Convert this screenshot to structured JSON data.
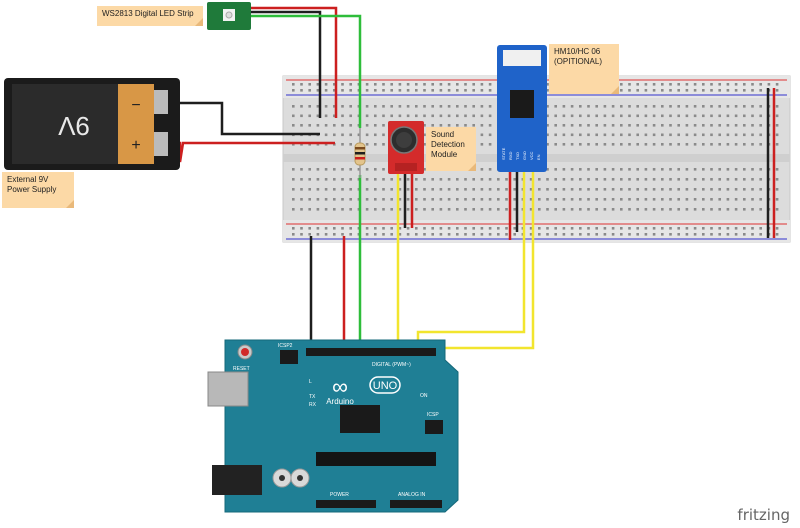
{
  "labels": {
    "led_strip": "WS2813 Digital LED Strip",
    "power_supply": "External 9V Power Supply",
    "sound_module": "Sound Detection Module",
    "bluetooth": "HM10/HC 06 (OPITIONAL)"
  },
  "battery": {
    "voltage": "9V",
    "minus": "−",
    "plus": "+"
  },
  "arduino": {
    "logo": "∞",
    "brand": "Arduino",
    "model": "UNO",
    "reset": "RESET",
    "icsp": "ICSP2",
    "icsp1": "ICSP",
    "on": "ON",
    "tx": "TX",
    "rx": "RX",
    "l": "L",
    "digital": "DIGITAL (PWM~)",
    "power": "POWER",
    "analog": "ANALOG IN"
  },
  "bt_pins": [
    "STATE",
    "RXD",
    "TXD",
    "GND",
    "VCC",
    "EN"
  ],
  "brand_logo": "fritzing",
  "colors": {
    "wire_red": "#cc1f1f",
    "wire_black": "#1e1e1e",
    "wire_green": "#2ebd3a",
    "wire_yellow": "#f2e52e",
    "arduino": "#1f7f95",
    "note": "#fcd9a6"
  }
}
